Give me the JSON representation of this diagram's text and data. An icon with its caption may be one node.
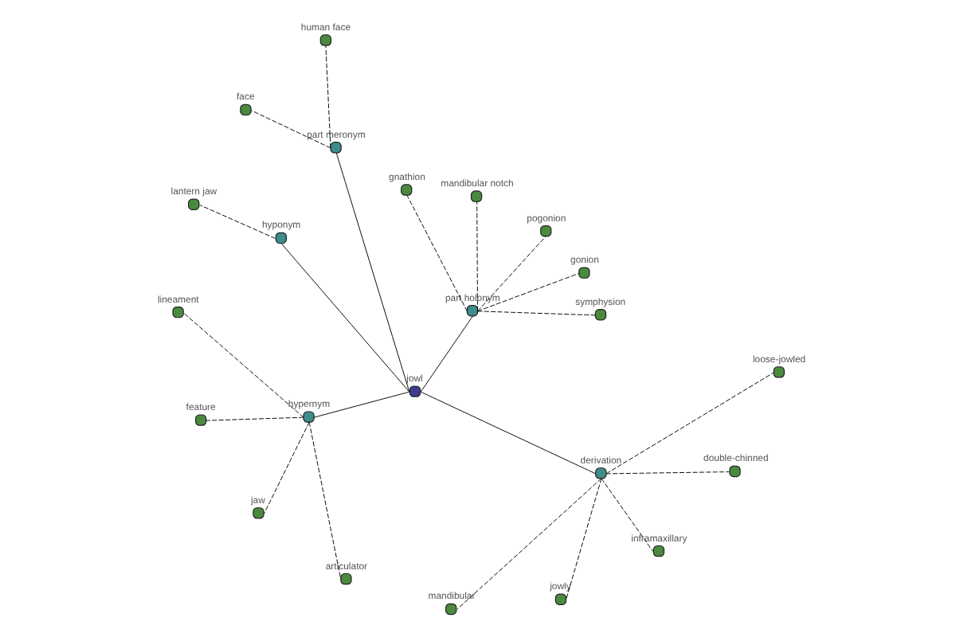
{
  "diagram": {
    "nodes": [
      {
        "text": [
          "human face"
        ]
      },
      {
        "text": [
          "symphysion"
        ]
      },
      {
        "text": [
          "gonion"
        ]
      },
      {
        "text": [
          "face"
        ]
      },
      {
        "text": [
          "pogonion"
        ]
      },
      {
        "text": [
          "part meronym"
        ]
      },
      {
        "text": [
          "part holonym"
        ]
      },
      {
        "text": [
          "lineament"
        ]
      },
      {
        "text": [
          "feature"
        ]
      },
      {
        "text": [
          "lantern jaw"
        ]
      },
      {
        "text": [
          "jowl"
        ]
      },
      {
        "text": [
          "hyponym"
        ]
      },
      {
        "text": [
          "mandibular notch"
        ]
      },
      {
        "text": [
          "gnathion"
        ]
      },
      {
        "text": [
          "hypernym"
        ]
      },
      {
        "text": [
          "mandibular"
        ]
      },
      {
        "text": [
          "jaw"
        ]
      },
      {
        "text": [
          "derivation"
        ]
      },
      {
        "text": [
          "articulator"
        ]
      },
      {
        "text": [
          "jowly"
        ]
      },
      {
        "text": [
          "inframaxillary"
        ]
      },
      {
        "text": [
          "double-chinned"
        ]
      },
      {
        "text": [
          "loose-jowled"
        ]
      }
    ],
    "edges": [
      {
        "from": 10,
        "to": 6,
        "arrow": "none"
      },
      {
        "from": 10,
        "to": 14,
        "arrow": "none"
      },
      {
        "from": 10,
        "to": 5,
        "arrow": "none"
      },
      {
        "from": 10,
        "to": 11,
        "arrow": "none"
      },
      {
        "from": 10,
        "to": 17,
        "arrow": "none"
      },
      {
        "from": 6,
        "to": 1,
        "arrow": "none",
        "style": "dashed"
      },
      {
        "from": 6,
        "to": 2,
        "arrow": "none",
        "style": "dashed"
      },
      {
        "from": 6,
        "to": 4,
        "arrow": "none",
        "style": "dashed"
      },
      {
        "from": 6,
        "to": 12,
        "arrow": "none",
        "style": "dashed"
      },
      {
        "from": 6,
        "to": 13,
        "arrow": "none",
        "style": "dashed"
      },
      {
        "from": 14,
        "to": 8,
        "arrow": "none",
        "style": "dashed"
      },
      {
        "from": 14,
        "to": 7,
        "arrow": "none",
        "style": "dashed"
      },
      {
        "from": 14,
        "to": 16,
        "arrow": "none",
        "style": "dashed"
      },
      {
        "from": 14,
        "to": 18,
        "arrow": "none",
        "style": "dashed"
      },
      {
        "from": 5,
        "to": 0,
        "arrow": "none",
        "style": "dashed"
      },
      {
        "from": 5,
        "to": 3,
        "arrow": "none",
        "style": "dashed"
      },
      {
        "from": 11,
        "to": 9,
        "arrow": "none",
        "style": "dashed"
      },
      {
        "from": 17,
        "to": 15,
        "arrow": "none",
        "style": "dashed"
      },
      {
        "from": 17,
        "to": 19,
        "arrow": "none",
        "style": "dashed"
      },
      {
        "from": 17,
        "to": 20,
        "arrow": "none",
        "style": "dashed"
      },
      {
        "from": 17,
        "to": 21,
        "arrow": "none",
        "style": "dashed"
      },
      {
        "from": 17,
        "to": 22,
        "arrow": "none",
        "style": "dashed"
      }
    ]
  }
}
